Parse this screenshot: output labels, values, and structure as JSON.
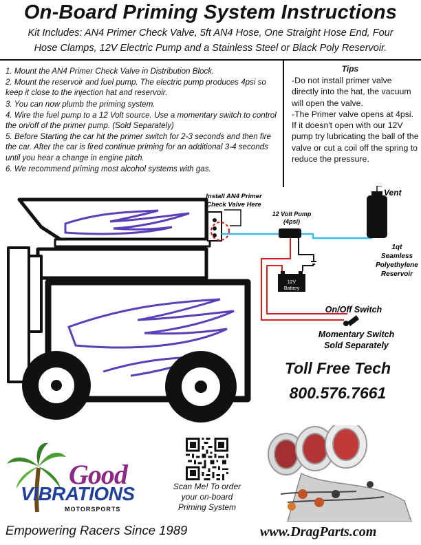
{
  "title": "On-Board Priming System Instructions",
  "kit_line1": "Kit Includes: AN4 Primer Check Valve, 5ft AN4 Hose, One Straight Hose End, Four",
  "kit_line2": "Hose Clamps, 12V Electric Pump and a Stainless Steel or Black Poly Reservoir.",
  "steps": [
    "1. Mount the AN4 Primer Check Valve in Distribution Block.",
    "2. Mount the reservoir and fuel pump. The electric pump produces 4psi so keep it close to the injection hat and reservoir.",
    "3. You can now plumb the priming system.",
    "4. Wire the fuel pump to a 12 Volt source. Use a momentary switch to control the on/off of the primer pump. (Sold Separately)",
    "5. Before Starting the car hit the primer switch for 2-3 seconds and then fire the car. After the car is fired continue priming for an additional 3-4 seconds until you hear a change in engine pitch.",
    "6. We recommend priming most alcohol systems with gas."
  ],
  "tips": {
    "heading": "Tips",
    "items": [
      "-Do not install primer valve directly into the hat, the vacuum will open the valve.",
      "-The Primer valve opens at 4psi. If it doesn't open with our  12V pump try lubricating the ball of the valve or cut a coil off the spring to reduce the pressure."
    ]
  },
  "diagram": {
    "valve_label_1": "Install AN4 Primer",
    "valve_label_2": "Check Valve Here",
    "pump_label_1": "12 Volt Pump",
    "pump_label_2": "(4psi)",
    "battery_label_1": "12V",
    "battery_label_2": "Battery",
    "vent_label": "Vent",
    "reservoir_label_1": "1qt",
    "reservoir_label_2": "Seamless",
    "reservoir_label_3": "Polyethylene",
    "reservoir_label_4": "Reservoir",
    "switch_label": "On/Off Switch",
    "momentary_label_1": "Momentary Switch",
    "momentary_label_2": "Sold Separately"
  },
  "tech": {
    "title": "Toll Free Tech",
    "phone": "800.576.7661"
  },
  "logo": {
    "good": "Good",
    "vibrations": "VIBRATIONS",
    "motorsports": "MOTORSPORTS"
  },
  "qr_caption": [
    "Scan Me! To order",
    "your on-board",
    "Priming System"
  ],
  "slogan": "Empowering Racers Since 1989",
  "website": "www.DragParts.com",
  "colors": {
    "hose": "#3db8e8",
    "wire_red": "#d92020",
    "flame": "#5a3fb8",
    "logo_purple": "#8a2a86",
    "logo_blue": "#1f3f9a"
  }
}
